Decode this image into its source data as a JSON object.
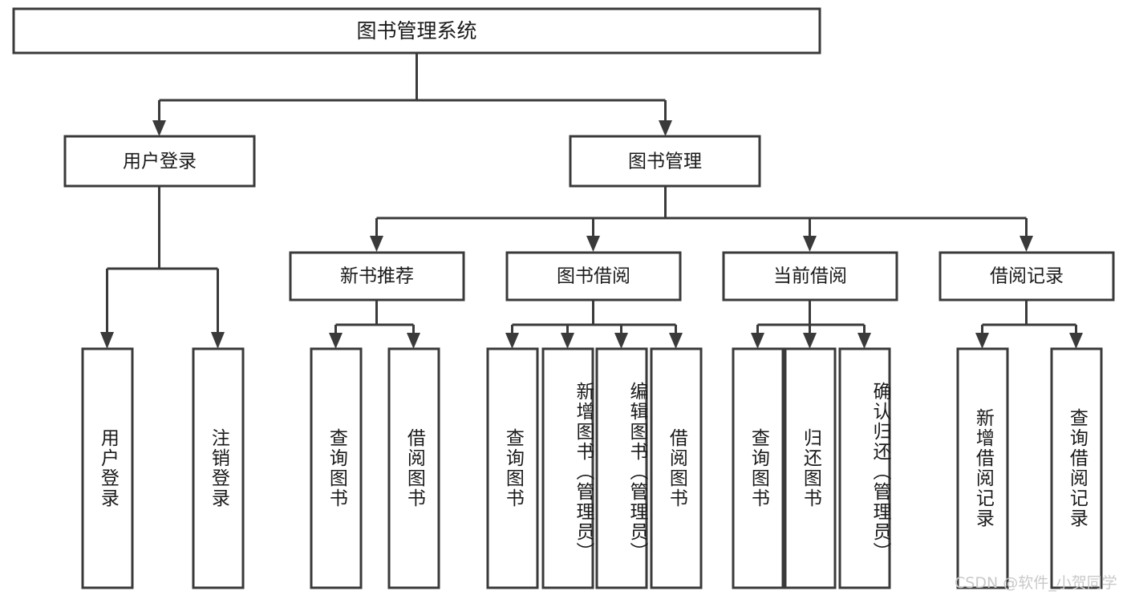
{
  "diagram": {
    "title": "图书管理系统",
    "type": "tree-hierarchy-chart",
    "root": {
      "id": "root",
      "label": "图书管理系统"
    },
    "level2": [
      {
        "id": "user-login",
        "label": "用户登录"
      },
      {
        "id": "book-manage",
        "label": "图书管理"
      }
    ],
    "level3": [
      {
        "id": "new-book-rec",
        "label": "新书推荐",
        "parent": "book-manage"
      },
      {
        "id": "book-borrow",
        "label": "图书借阅",
        "parent": "book-manage"
      },
      {
        "id": "current-borrow",
        "label": "当前借阅",
        "parent": "book-manage"
      },
      {
        "id": "borrow-record",
        "label": "借阅记录",
        "parent": "book-manage"
      }
    ],
    "leaves": {
      "user-login": [
        {
          "id": "leaf-user-login",
          "label": "用户登录"
        },
        {
          "id": "leaf-logout",
          "label": "注销登录"
        }
      ],
      "new-book-rec": [
        {
          "id": "leaf-query-book-1",
          "label": "查询图书"
        },
        {
          "id": "leaf-borrow-book-1",
          "label": "借阅图书"
        }
      ],
      "book-borrow": [
        {
          "id": "leaf-query-book-2",
          "label": "查询图书"
        },
        {
          "id": "leaf-add-book",
          "label": "新增图书（管理员）"
        },
        {
          "id": "leaf-edit-book",
          "label": "编辑图书（管理员）"
        },
        {
          "id": "leaf-borrow-book-2",
          "label": "借阅图书"
        }
      ],
      "current-borrow": [
        {
          "id": "leaf-query-book-3",
          "label": "查询图书"
        },
        {
          "id": "leaf-return-book",
          "label": "归还图书"
        },
        {
          "id": "leaf-confirm-return",
          "label": "确认归还（管理员）"
        }
      ],
      "borrow-record": [
        {
          "id": "leaf-add-record",
          "label": "新增借阅记录"
        },
        {
          "id": "leaf-query-record",
          "label": "查询借阅记录"
        }
      ]
    }
  },
  "watermark": {
    "text": "CSDN @软件_小贺同学"
  },
  "colors": {
    "box_stroke": "#3a3a3a",
    "box_fill": "#ffffff",
    "connector": "#3a3a3a",
    "text": "#1a1a1a",
    "watermark": "#c9c9c9",
    "background": "#ffffff"
  }
}
